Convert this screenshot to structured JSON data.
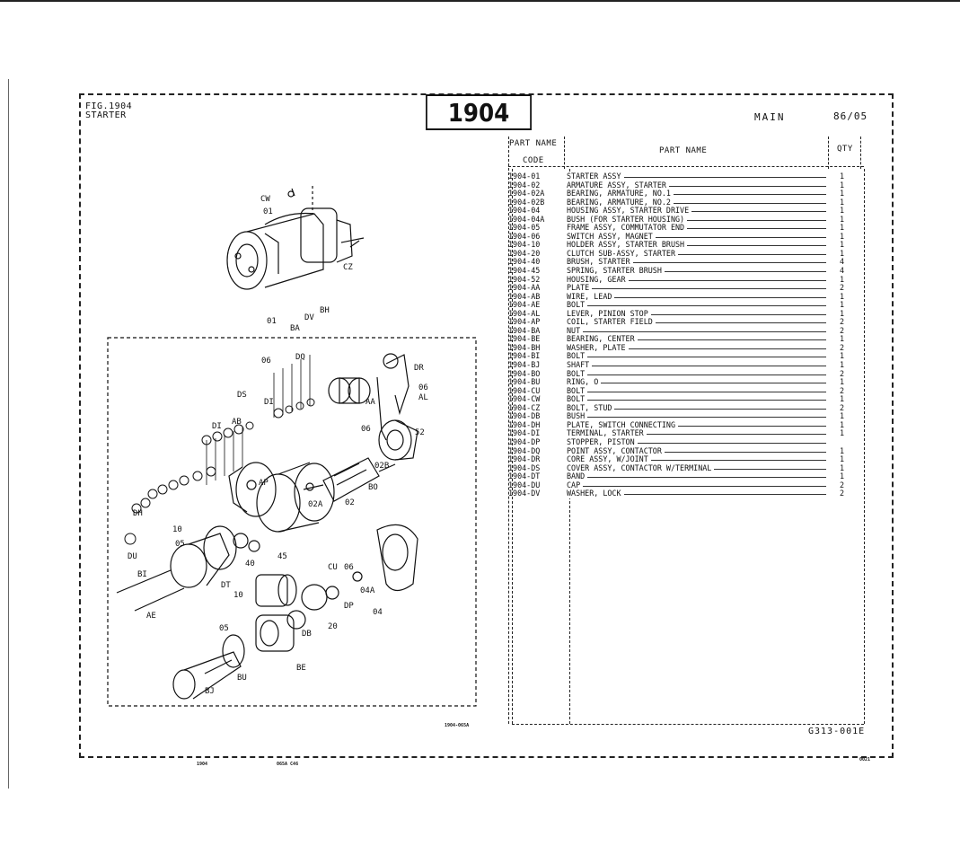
{
  "figure": {
    "fig_label": "FIG.1904",
    "fig_title": "STARTER",
    "number": "1904",
    "section": "MAIN",
    "date": "86/05",
    "doc_code": "G313-001E",
    "fig_ref": "1904-065A",
    "bottom_left": "1904",
    "bottom_mid": "065A  C46",
    "bottom_right": "0021"
  },
  "table": {
    "header_code_1": "PART NAME",
    "header_code_2": "CODE",
    "header_name": "PART  NAME",
    "header_qty": "QTY"
  },
  "parts": [
    {
      "code": "1904-01",
      "name": "STARTER ASSY",
      "qty": "1"
    },
    {
      "code": "1904-02",
      "name": "ARMATURE ASSY, STARTER",
      "qty": "1"
    },
    {
      "code": "1904-02A",
      "name": "BEARING, ARMATURE, NO.1",
      "qty": "1"
    },
    {
      "code": "1904-02B",
      "name": "BEARING, ARMATURE, NO.2",
      "qty": "1"
    },
    {
      "code": "1904-04",
      "name": "HOUSING ASSY, STARTER DRIVE",
      "qty": "1"
    },
    {
      "code": "1904-04A",
      "name": "BUSH (FOR STARTER HOUSING)",
      "qty": "1"
    },
    {
      "code": "1904-05",
      "name": "FRAME ASSY, COMMUTATOR END",
      "qty": "1"
    },
    {
      "code": "1904-06",
      "name": "SWITCH ASSY, MAGNET",
      "qty": "1"
    },
    {
      "code": "1904-10",
      "name": "HOLDER ASSY, STARTER BRUSH",
      "qty": "1"
    },
    {
      "code": "1904-20",
      "name": "CLUTCH SUB-ASSY, STARTER",
      "qty": "1"
    },
    {
      "code": "1904-40",
      "name": "BRUSH, STARTER",
      "qty": "4"
    },
    {
      "code": "1904-45",
      "name": "SPRING, STARTER BRUSH",
      "qty": "4"
    },
    {
      "code": "1904-52",
      "name": "HOUSING, GEAR",
      "qty": "1"
    },
    {
      "code": "1904-AA",
      "name": "PLATE",
      "qty": "2"
    },
    {
      "code": "1904-AB",
      "name": "WIRE, LEAD",
      "qty": "1"
    },
    {
      "code": "1904-AE",
      "name": "BOLT",
      "qty": "1"
    },
    {
      "code": "1904-AL",
      "name": "LEVER, PINION STOP",
      "qty": "1"
    },
    {
      "code": "1904-AP",
      "name": "COIL, STARTER FIELD",
      "qty": "2"
    },
    {
      "code": "1904-BA",
      "name": "NUT",
      "qty": "2"
    },
    {
      "code": "1904-BE",
      "name": "BEARING, CENTER",
      "qty": "1"
    },
    {
      "code": "1904-BH",
      "name": "WASHER, PLATE",
      "qty": "2"
    },
    {
      "code": "1904-BI",
      "name": "BOLT",
      "qty": "1"
    },
    {
      "code": "1904-BJ",
      "name": "SHAFT",
      "qty": "1"
    },
    {
      "code": "1904-BO",
      "name": "BOLT",
      "qty": "2"
    },
    {
      "code": "1904-BU",
      "name": "RING, O",
      "qty": "1"
    },
    {
      "code": "1904-CU",
      "name": "BOLT",
      "qty": "2"
    },
    {
      "code": "1904-CW",
      "name": "BOLT",
      "qty": "1"
    },
    {
      "code": "1904-CZ",
      "name": "BOLT, STUD",
      "qty": "2"
    },
    {
      "code": "1904-DB",
      "name": "BUSH",
      "qty": "1"
    },
    {
      "code": "1904-DH",
      "name": "PLATE, SWITCH CONNECTING",
      "qty": "1"
    },
    {
      "code": "1904-DI",
      "name": "TERMINAL, STARTER",
      "qty": "1"
    },
    {
      "code": "1904-DP",
      "name": "STOPPER, PISTON",
      "qty": ""
    },
    {
      "code": "1904-DQ",
      "name": "POINT ASSY, CONTACTOR",
      "qty": "1"
    },
    {
      "code": "1904-DR",
      "name": "CORE ASSY, W/JOINT",
      "qty": "1"
    },
    {
      "code": "1904-DS",
      "name": "COVER ASSY, CONTACTOR W/TERMINAL",
      "qty": "1"
    },
    {
      "code": "1904-DT",
      "name": "BAND",
      "qty": "1"
    },
    {
      "code": "1904-DU",
      "name": "CAP",
      "qty": "2"
    },
    {
      "code": "1904-DV",
      "name": "WASHER, LOCK",
      "qty": "2"
    }
  ],
  "callouts": {
    "cw": "CW",
    "c01": "01",
    "cz": "CZ",
    "ba": "BA",
    "dv": "DV",
    "bh": "BH",
    "c01b": "01",
    "c06": "06",
    "dq": "DQ",
    "dr": "DR",
    "c06b": "06",
    "al": "AL",
    "ds": "DS",
    "di": "DI",
    "ab": "AB",
    "di2": "DI",
    "aa": "AA",
    "c06c": "06",
    "c52": "52",
    "c02b": "02B",
    "bo": "BO",
    "ap": "AP",
    "c02a": "02A",
    "c02": "02",
    "dh": "DH",
    "c10": "10",
    "c05b": "05",
    "du": "DU",
    "bi": "BI",
    "dt": "DT",
    "c40": "40",
    "c45": "45",
    "ae": "AE",
    "c10b": "10",
    "c05": "05",
    "cu": "CU",
    "c06d": "06",
    "c04a": "04A",
    "c04": "04",
    "dp": "DP",
    "c20": "20",
    "db": "DB",
    "be": "BE",
    "bu": "BU",
    "bj": "BJ"
  }
}
